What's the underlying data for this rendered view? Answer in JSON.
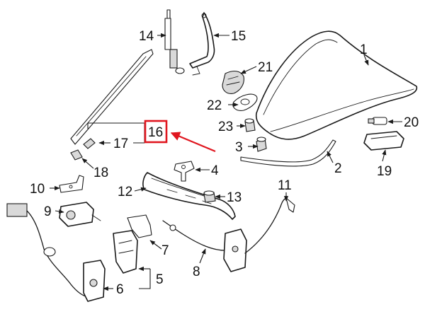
{
  "colors": {
    "highlight": "#e0161f",
    "ink": "#1a1a1a"
  },
  "callouts": [
    {
      "id": "1",
      "text": "1"
    },
    {
      "id": "2",
      "text": "2"
    },
    {
      "id": "3",
      "text": "3"
    },
    {
      "id": "4",
      "text": "4"
    },
    {
      "id": "5",
      "text": "5"
    },
    {
      "id": "6",
      "text": "6"
    },
    {
      "id": "7",
      "text": "7"
    },
    {
      "id": "8",
      "text": "8"
    },
    {
      "id": "9",
      "text": "9"
    },
    {
      "id": "10",
      "text": "10"
    },
    {
      "id": "11",
      "text": "11"
    },
    {
      "id": "12",
      "text": "12"
    },
    {
      "id": "13",
      "text": "13"
    },
    {
      "id": "14",
      "text": "14"
    },
    {
      "id": "15",
      "text": "15"
    },
    {
      "id": "16",
      "text": "16",
      "highlighted": true
    },
    {
      "id": "17",
      "text": "17"
    },
    {
      "id": "18",
      "text": "18"
    },
    {
      "id": "19",
      "text": "19"
    },
    {
      "id": "20",
      "text": "20"
    },
    {
      "id": "21",
      "text": "21"
    },
    {
      "id": "22",
      "text": "22"
    },
    {
      "id": "23",
      "text": "23"
    }
  ]
}
